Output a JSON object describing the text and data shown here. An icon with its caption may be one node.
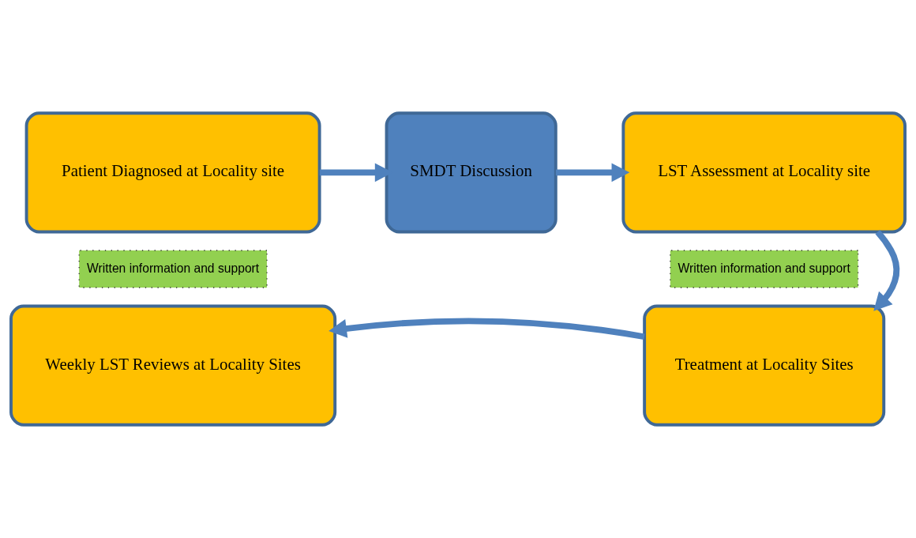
{
  "diagram": {
    "nodes": [
      {
        "text": [
          "Patient Diagnosed at Locality site"
        ]
      },
      {
        "text": [
          "Written information and support"
        ]
      },
      {
        "text": [
          "SMDT Discussion"
        ]
      },
      {
        "text": [
          "LST Assessment at Locality site"
        ]
      },
      {
        "text": [
          "Written information and support"
        ]
      },
      {
        "text": [
          "Treatment at Locality Sites"
        ]
      },
      {
        "text": [
          "Weekly LST Reviews at Locality Sites"
        ]
      }
    ],
    "edges": [
      {
        "from": 0,
        "to": 2,
        "arrow": "to"
      },
      {
        "from": 2,
        "to": 3,
        "arrow": "to"
      },
      {
        "from": 3,
        "to": 5,
        "arrow": "to"
      },
      {
        "from": 5,
        "to": 6,
        "arrow": "to"
      }
    ]
  }
}
